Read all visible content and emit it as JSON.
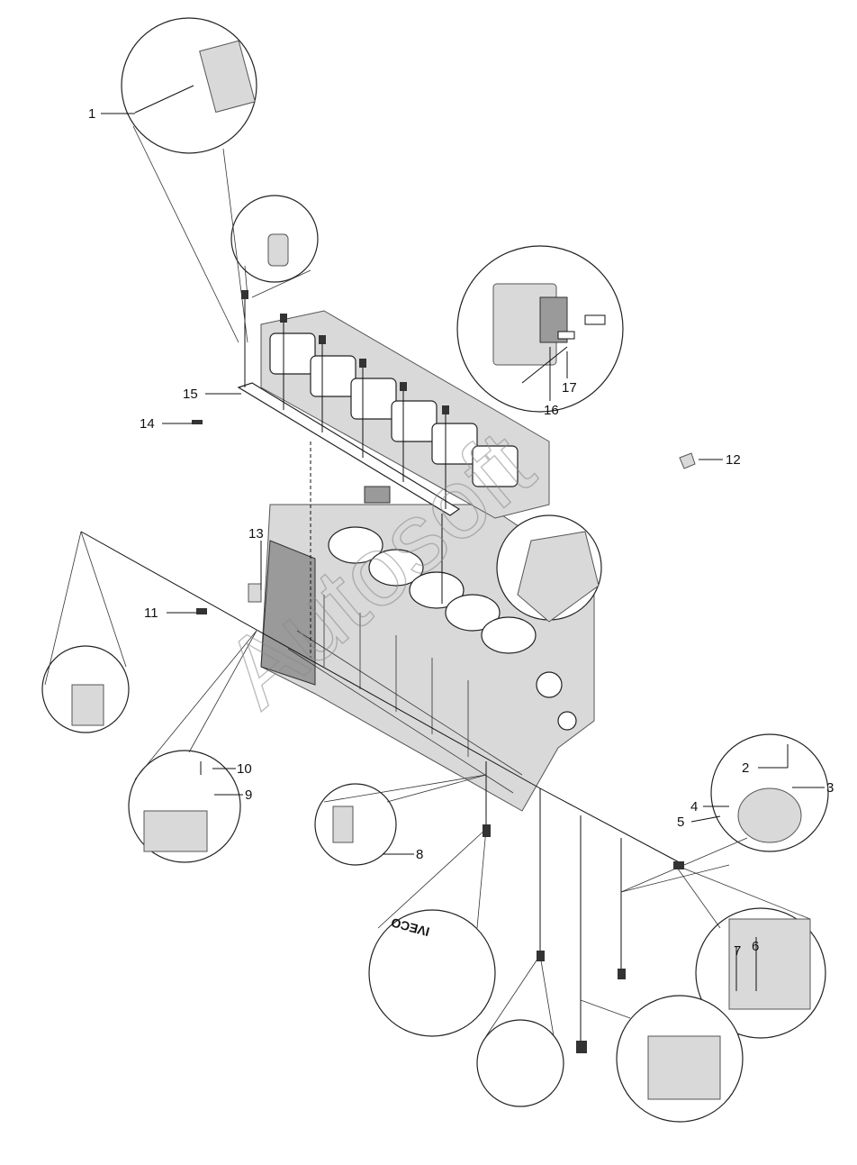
{
  "callouts": {
    "c1": "1",
    "c2": "2",
    "c3": "3",
    "c4": "4",
    "c5": "5",
    "c6": "6",
    "c7": "7",
    "c8": "8",
    "c9": "9",
    "c10": "10",
    "c11": "11",
    "c12": "12",
    "c13": "13",
    "c14": "14",
    "c15": "15",
    "c16": "16",
    "c17": "17"
  },
  "inset_label": "IVECO",
  "watermark": "Autosoft"
}
